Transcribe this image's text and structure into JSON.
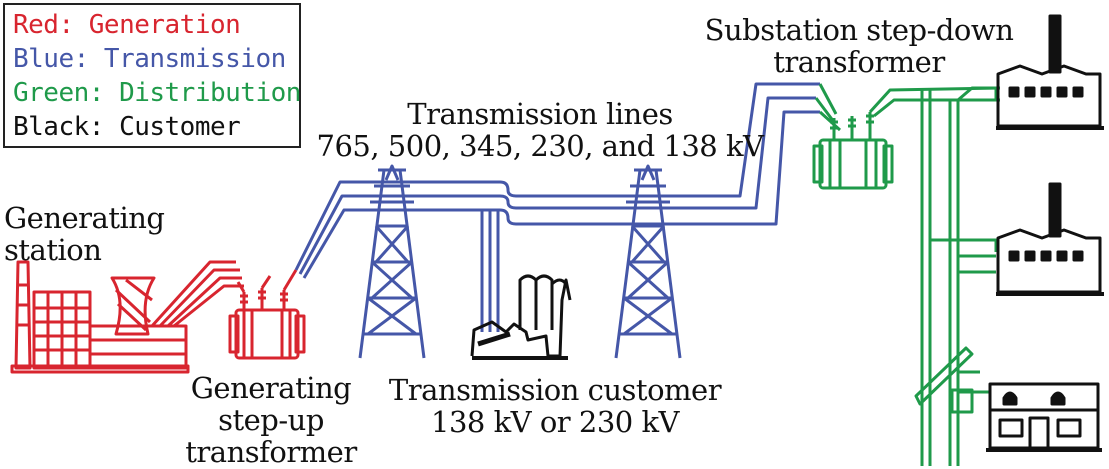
{
  "legend": {
    "red": {
      "text": "Red: Generation",
      "color": "#d8252f"
    },
    "blue": {
      "text": "Blue: Transmission",
      "color": "#4557a8"
    },
    "green": {
      "text": "Green: Distribution",
      "color": "#1f9a4a"
    },
    "black": {
      "text": "Black: Customer",
      "color": "#111111"
    }
  },
  "labels": {
    "generating_station": [
      "Generating",
      "station"
    ],
    "step_up": [
      "Generating",
      "step-up",
      "transformer"
    ],
    "transmission_lines": [
      "Transmission lines",
      "765, 500, 345, 230, and 138 kV"
    ],
    "transmission_customer": [
      "Transmission customer",
      "138 kV or 230 kV"
    ],
    "substation": [
      "Substation step-down",
      "transformer"
    ]
  },
  "colors": {
    "generation": "#d8252f",
    "transmission": "#4557a8",
    "distribution": "#1f9a4a",
    "customer": "#111111"
  }
}
